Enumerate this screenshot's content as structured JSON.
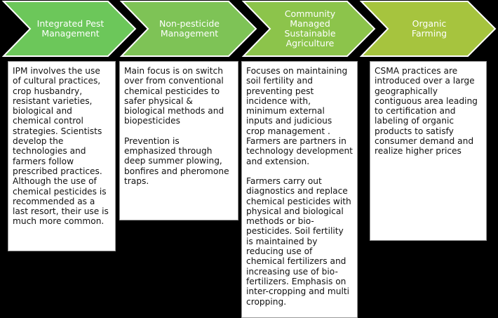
{
  "stages": [
    {
      "title": "Integrated Pest\nManagement",
      "color": "#6cc75a",
      "paragraphs": [
        "IPM involves the use of cultural practices, crop husbandry, resistant varieties, biological and chemical control strategies. Scientists develop the technologies and farmers follow prescribed practices. Although the use of chemical pesticides is recommended as a last resort, their use is much more common."
      ]
    },
    {
      "title": "Non-pesticide\nManagement",
      "color": "#7ec356",
      "paragraphs": [
        "Main focus is on switch over from conventional chemical pesticides to safer physical & biological methods and biopesticides",
        "Prevention is emphasized through deep summer plowing, bonfires and pheromone traps."
      ]
    },
    {
      "title": "Community\nManaged\nSustainable\nAgriculture",
      "color": "#8cc44b",
      "paragraphs": [
        "Focuses on maintaining soil fertility  and preventing pest incidence with, minimum external inputs and judicious crop management . Farmers are partners in technology development and extension.",
        "Farmers carry out diagnostics and replace chemical pesticides with physical and biological methods or bio-pesticides.  Soil fertility is maintained by reducing use of chemical fertilizers and increasing use of bio-fertilizers. Emphasis on inter-cropping and multi cropping."
      ]
    },
    {
      "title": "Organic\nFarming",
      "color": "#a6c43e",
      "paragraphs": [
        "CSMA practices are introduced over a large geographically contiguous area leading to certification and labeling of organic products to satisfy consumer demand and realize higher prices"
      ]
    }
  ]
}
